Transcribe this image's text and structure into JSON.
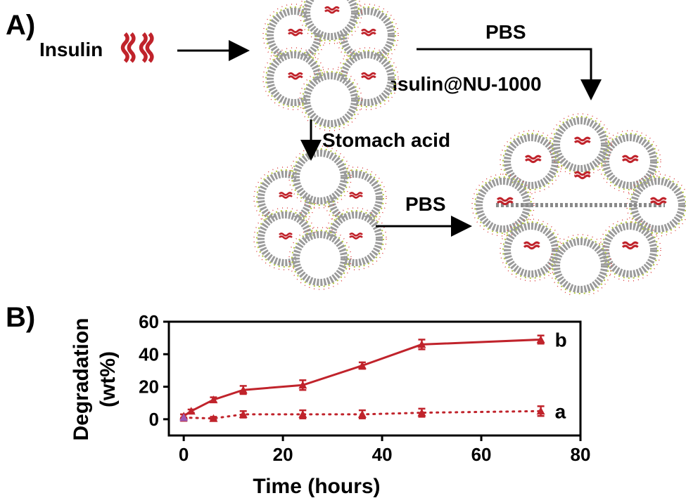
{
  "panel_a": {
    "label": "A)",
    "insulin_label": "Insulin",
    "pbs_top": "PBS",
    "insulin_mof": "Insulin@NU-1000",
    "stomach_acid": "Stomach acid",
    "pbs_bottom": "PBS"
  },
  "panel_b": {
    "label": "B)"
  },
  "colors": {
    "series_color": "#c0232b",
    "marker_a_alt": "#9b59b6",
    "helix_red": "#c0232b",
    "framework_gray": "#8a8a8a",
    "framework_accent": "#b5c93a"
  },
  "chart_data": {
    "type": "line",
    "xlabel": "Time (hours)",
    "ylabel": "Degradation (wt%)",
    "xlim": [
      -3,
      80
    ],
    "ylim": [
      -10,
      60
    ],
    "xticks": [
      0,
      20,
      40,
      60,
      80
    ],
    "yticks": [
      0,
      20,
      40,
      60
    ],
    "series": [
      {
        "name": "b",
        "style": "solid",
        "x": [
          0,
          1.5,
          6,
          12,
          24,
          36,
          48,
          72
        ],
        "y": [
          2,
          5,
          12,
          18,
          21,
          33,
          46,
          49
        ],
        "err": [
          1,
          1,
          1.5,
          2.5,
          3,
          2,
          3,
          2.5
        ]
      },
      {
        "name": "a",
        "style": "dotted",
        "x": [
          0,
          6,
          12,
          24,
          36,
          48,
          72
        ],
        "y": [
          1,
          0.5,
          3,
          3,
          3,
          4,
          5
        ],
        "err": [
          2,
          1,
          2,
          2.5,
          2.5,
          2.5,
          3
        ]
      }
    ]
  }
}
